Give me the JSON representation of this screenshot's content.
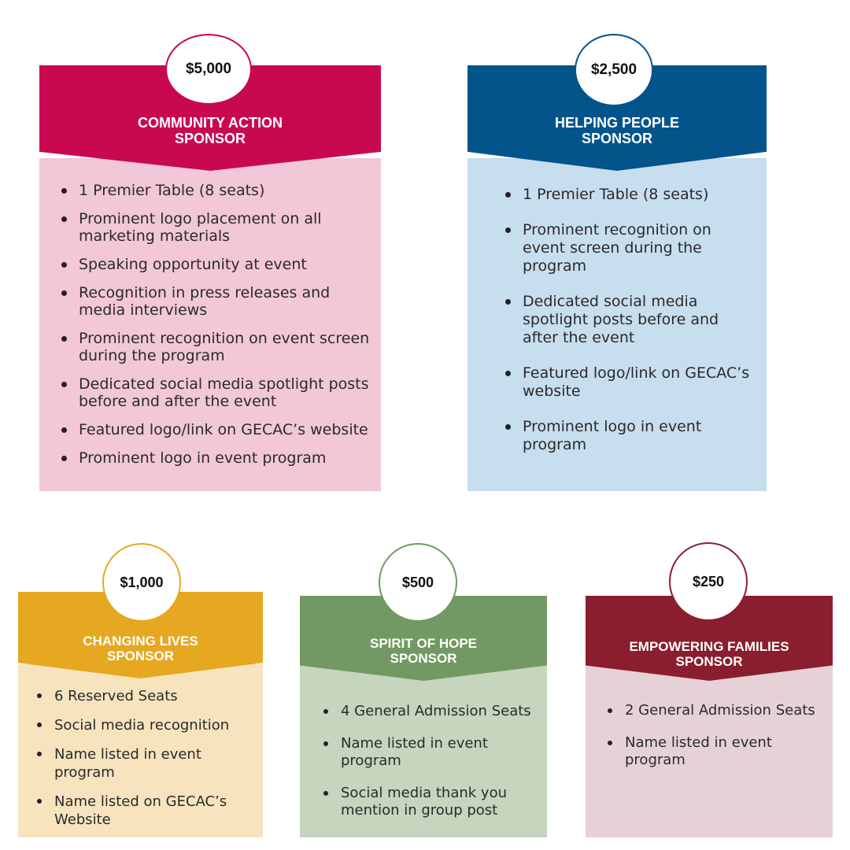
{
  "tiers": [
    {
      "amount": "$5,000",
      "title": "COMMUNITY ACTION\nSPONSOR",
      "color": "#c8094f",
      "bg": "#f2c7d8",
      "benefits": [
        "1 Premier Table (8 seats)",
        "Prominent logo placement on all\nmarketing materials",
        "Speaking opportunity at event",
        "Recognition in press releases and\nmedia interviews",
        "Prominent recognition on event screen\nduring the program",
        "Dedicated social media spotlight posts\nbefore and after the event",
        "Featured logo/link on GECAC’s website",
        "Prominent logo in event program"
      ]
    },
    {
      "amount": "$2,500",
      "title": "HELPING PEOPLE\nSPONSOR",
      "color": "#03548b",
      "bg": "#c7deef",
      "benefits": [
        "1 Premier Table (8 seats)",
        "Prominent recognition on\nevent screen during the\nprogram",
        "Dedicated social media\nspotlight posts before and\nafter the event",
        "Featured logo/link on GECAC’s\nwebsite",
        "Prominent logo in event\nprogram"
      ]
    },
    {
      "amount": "$1,000",
      "title": "CHANGING LIVES\nSPONSOR",
      "color": "#e6a821",
      "bg": "#f7e4bf",
      "benefits": [
        "6 Reserved Seats",
        "Social media recognition",
        "Name listed in event\nprogram",
        "Name listed on GECAC’s\nWebsite"
      ]
    },
    {
      "amount": "$500",
      "title": "SPIRIT OF HOPE\nSPONSOR",
      "color": "#729963",
      "bg": "#c5d5be",
      "benefits": [
        "4 General Admission Seats",
        "Name listed in event\nprogram",
        "Social media thank you\nmention in group post"
      ]
    },
    {
      "amount": "$250",
      "title": "EMPOWERING FAMILIES\nSPONSOR",
      "color": "#8b1e2e",
      "bg": "#e6d2d6",
      "benefits": [
        "2 General Admission Seats",
        "Name listed in event\nprogram"
      ]
    }
  ]
}
